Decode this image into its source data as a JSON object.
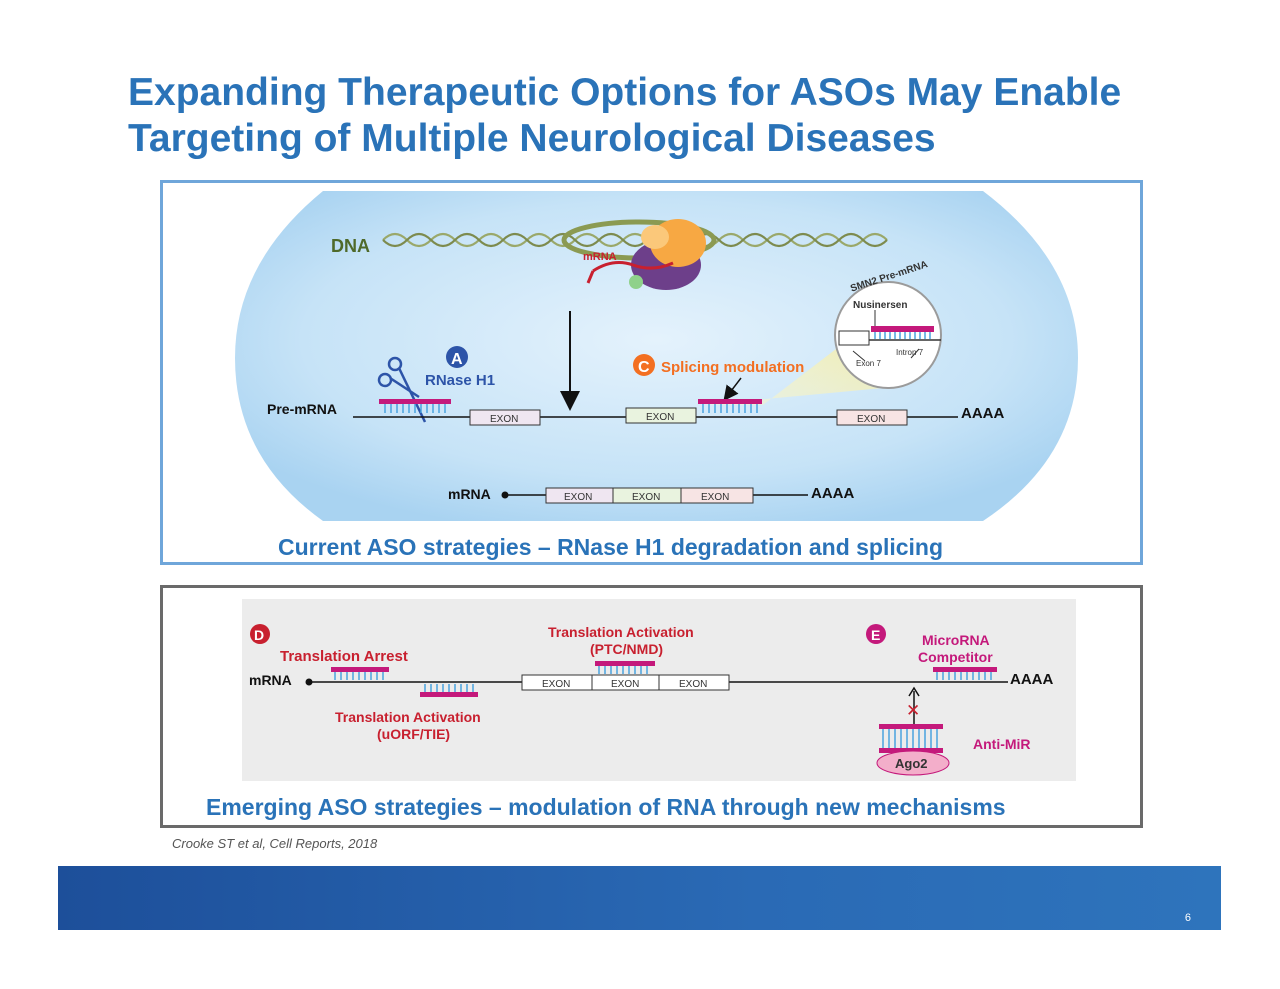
{
  "slide": {
    "title_line1": "Expanding Therapeutic Options for ASOs May Enable",
    "title_line2": "Targeting of Multiple Neurological Diseases",
    "page_number": "6",
    "citation": "Crooke ST et al, Cell Reports, 2018"
  },
  "top_panel": {
    "caption": "Current ASO strategies – RNase H1 degradation and splicing",
    "labels": {
      "dna": "DNA",
      "mrna_small": "mRNA",
      "badge_a": "A",
      "rnase": "RNase H1",
      "badge_c": "C",
      "splicing": "Splicing modulation",
      "pre_mrna": "Pre-mRNA",
      "exon": "EXON",
      "aaaa": "AAAA",
      "mrna": "mRNA",
      "inset_title": "SMN2 Pre-mRNA",
      "nusinersen": "Nusinersen",
      "intron7": "Intron 7",
      "exon7": "Exon 7"
    }
  },
  "bottom_panel": {
    "caption": "Emerging ASO strategies – modulation of RNA through new mechanisms",
    "labels": {
      "badge_d": "D",
      "translation_arrest": "Translation Arrest",
      "mrna": "mRNA",
      "translation_activation": "Translation Activation",
      "ptc_nmd": "(PTC/NMD)",
      "translation_activation2": "Translation Activation",
      "uorf_tie": "(uORF/TIE)",
      "exon": "EXON",
      "aaaa": "AAAA",
      "badge_e": "E",
      "microrna": "MicroRNA",
      "competitor": "Competitor",
      "anti_mir": "Anti-MiR",
      "ago2": "Ago2",
      "block_mark": "✕"
    }
  },
  "colors": {
    "title_blue": "#2a73b8",
    "panel_blue_border": "#6fa6da",
    "panel_gray_border": "#6a6a6a",
    "magenta": "#c4197b",
    "crimson": "#c8202f",
    "orange": "#f36f21",
    "nucleus_blue": "#b9dcf5",
    "navy_badge": "#2d54a8"
  }
}
